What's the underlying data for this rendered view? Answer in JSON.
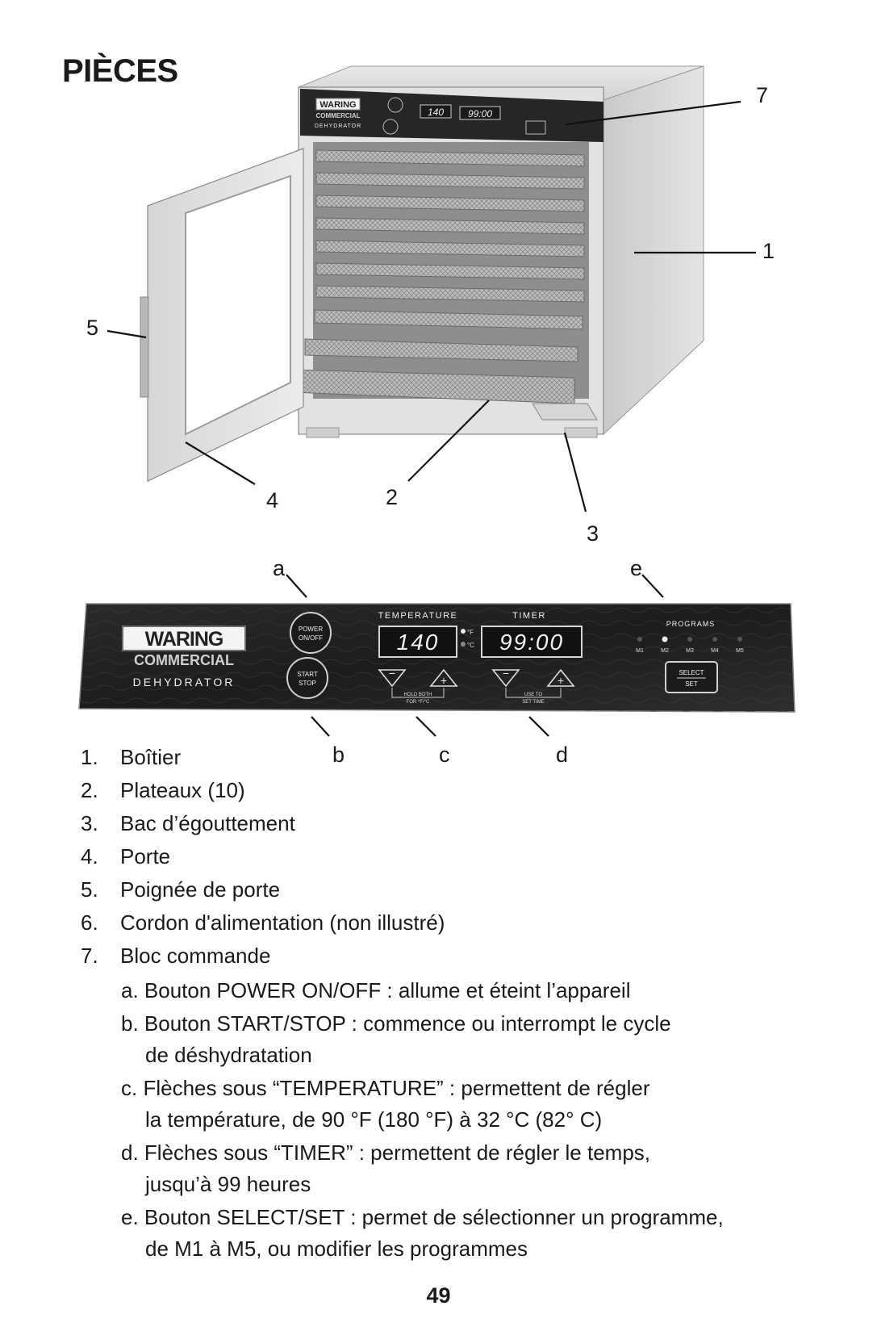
{
  "title": "PIÈCES",
  "callouts": {
    "n1": "1",
    "n2": "2",
    "n3": "3",
    "n4": "4",
    "n5": "5",
    "n7": "7",
    "a": "a",
    "b": "b",
    "c": "c",
    "d": "d",
    "e": "e"
  },
  "appliance_panel": {
    "brand": "WARING",
    "brand_sub": "COMMERCIAL",
    "product": "DEHYDRATOR",
    "temp_value": "140",
    "timer_value": "99:00"
  },
  "control_panel": {
    "brand": "WARING",
    "brand_sub": "COMMERCIAL",
    "product": "DEHYDRATOR",
    "power_line1": "POWER",
    "power_line2": "ON/OFF",
    "start_line1": "START",
    "start_line2": "STOP",
    "temperature_label": "TEMPERATURE",
    "timer_label": "TIMER",
    "temp_value": "140",
    "timer_value": "99:00",
    "unit_f": "°F",
    "unit_c": "°C",
    "temp_hint_line1": "HOLD BOTH",
    "temp_hint_line2": "FOR °F/°C",
    "timer_hint_line1": "USE TO",
    "timer_hint_line2": "SET TIME",
    "programs_label": "PROGRAMS",
    "programs": [
      "M1",
      "M2",
      "M3",
      "M4",
      "M5"
    ],
    "select_line1": "SELECT",
    "select_line2": "SET",
    "minus_symbol": "−",
    "plus_symbol": "+"
  },
  "parts": [
    {
      "num": "1.",
      "label": "Boîtier"
    },
    {
      "num": "2.",
      "label": "Plateaux (10)"
    },
    {
      "num": "3.",
      "label": "Bac d’égouttement"
    },
    {
      "num": "4.",
      "label": "Porte"
    },
    {
      "num": "5.",
      "label": "Poignée de porte"
    },
    {
      "num": "6.",
      "label": "Cordon d'alimentation (non illustré)"
    },
    {
      "num": "7.",
      "label": "Bloc commande"
    }
  ],
  "controls": [
    {
      "line1": "a. Bouton POWER ON/OFF : allume et éteint l’appareil",
      "line2": ""
    },
    {
      "line1": "b. Bouton START/STOP : commence ou interrompt le cycle",
      "line2": "de déshydratation"
    },
    {
      "line1": "c. Flèches sous “TEMPERATURE” : permettent de régler",
      "line2": "la température, de 90 °F (180 °F) à 32 °C (82° C)"
    },
    {
      "line1": "d. Flèches sous “TIMER” : permettent de régler le temps,",
      "line2": "jusqu’à 99 heures"
    },
    {
      "line1": "e. Bouton SELECT/SET : permet de sélectionner un programme,",
      "line2": "de M1 à M5, ou modifier les programmes"
    }
  ],
  "page_number": "49"
}
